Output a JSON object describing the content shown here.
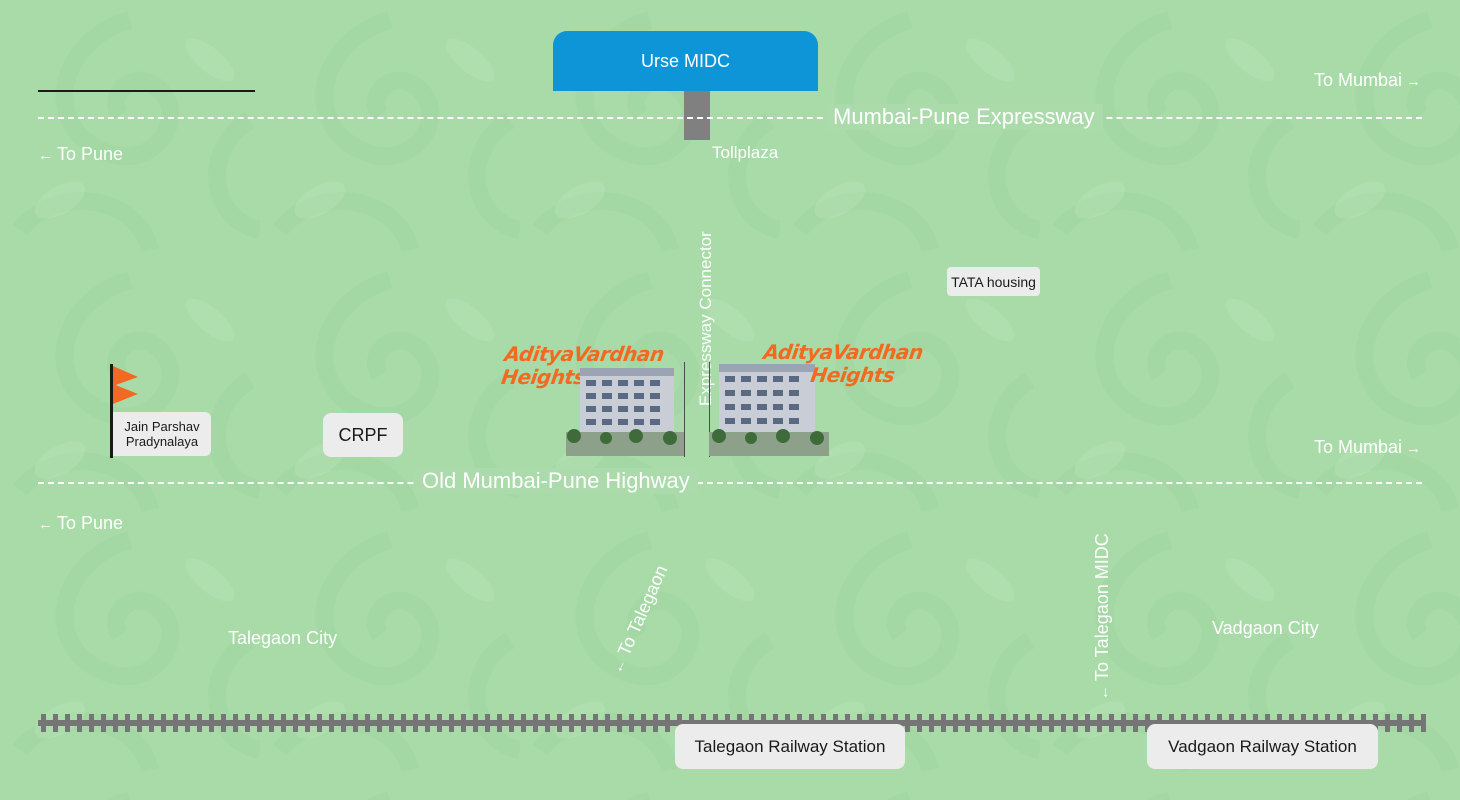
{
  "map": {
    "colors": {
      "background": "#a9dba9",
      "road": "#ffffff",
      "midc_sign": "#0e95d8",
      "brand": "#f26a21",
      "rail": "#757575",
      "label_box": "#ececec"
    }
  },
  "expressway": {
    "label": "Mumbai-Pune Expressway",
    "to_mumbai": "To Mumbai",
    "to_pune": "To Pune"
  },
  "highway": {
    "label": "Old Mumbai-Pune Highway",
    "to_mumbai": "To Mumbai",
    "to_pune": "To Pune"
  },
  "landmarks": {
    "urse_midc": "Urse MIDC",
    "tollplaza": "Tollplaza",
    "expressway_connector": "Expressway Connector",
    "tata_housing": "TATA housing",
    "jain_line1": "Jain Parshav",
    "jain_line2": "Pradynalaya",
    "crpf": "CRPF",
    "talegaon_city": "Talegaon City",
    "vadgaon_city": "Vadgaon City",
    "to_talegaon": "To Talegaon",
    "to_talegaon_midc": "To Talegaon MIDC"
  },
  "project": {
    "name_line1": "AdityaVardhan",
    "name_line2": "Heights",
    "icon": "building-icon"
  },
  "stations": {
    "talegaon": "Talegaon Railway Station",
    "vadgaon": "Vadgaon Railway Station"
  }
}
